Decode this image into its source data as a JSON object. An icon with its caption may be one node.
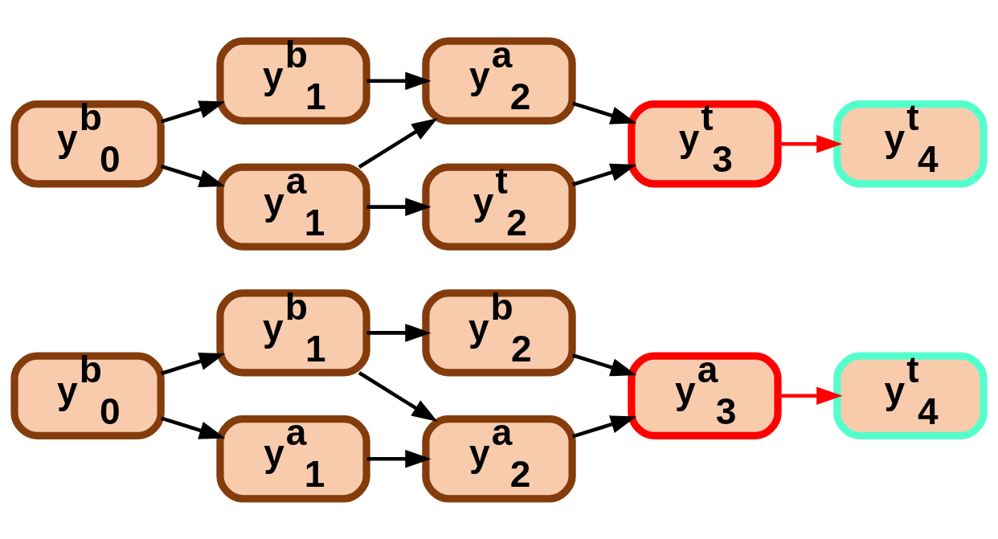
{
  "diagram": {
    "nodes": [
      {
        "text": [
          "y$^{b}$$_{0}$"
        ]
      },
      {
        "text": [
          "y$^{b}$$_{1}$"
        ]
      },
      {
        "text": [
          "y$^{b}$$_{2}$"
        ]
      },
      {
        "text": [
          "y$^{a}$$_{1}$"
        ]
      },
      {
        "text": [
          "y$^{a}$$_{2}$"
        ]
      },
      {
        "text": [
          "y$^{a}$$_{3}$"
        ]
      },
      {
        "text": [
          "y$^{t}$$_{4}$"
        ]
      },
      {
        "text": [
          "y$^{b}$$_{0}$"
        ]
      },
      {
        "text": [
          "y$^{b}$$_{1}$"
        ]
      },
      {
        "text": [
          "y$^{a}$$_{1}$"
        ]
      },
      {
        "text": [
          "y$^{a}$$_{2}$"
        ]
      },
      {
        "text": [
          "y$^{t}$$_{2}$"
        ]
      },
      {
        "text": [
          "y$^{t}$$_{3}$"
        ]
      },
      {
        "text": [
          "y$^{t}$$_{4}$"
        ]
      }
    ],
    "edges": [
      {
        "from": 0,
        "to": 1,
        "arrow": "to"
      },
      {
        "from": 0,
        "to": 3,
        "arrow": "to"
      },
      {
        "from": 1,
        "to": 2,
        "arrow": "to"
      },
      {
        "from": 1,
        "to": 4,
        "arrow": "to"
      },
      {
        "from": 3,
        "to": 4,
        "arrow": "to"
      },
      {
        "from": 2,
        "to": 5,
        "arrow": "to"
      },
      {
        "from": 4,
        "to": 5,
        "arrow": "to"
      },
      {
        "from": 5,
        "to": 6,
        "arrow": "to",
        "color": "#ff0000"
      },
      {
        "from": 7,
        "to": 8,
        "arrow": "to"
      },
      {
        "from": 7,
        "to": 9,
        "arrow": "to"
      },
      {
        "from": 8,
        "to": 10,
        "arrow": "to"
      },
      {
        "from": 9,
        "to": 10,
        "arrow": "to"
      },
      {
        "from": 9,
        "to": 11,
        "arrow": "to"
      },
      {
        "from": 10,
        "to": 12,
        "arrow": "to"
      },
      {
        "from": 11,
        "to": 12,
        "arrow": "to"
      },
      {
        "from": 12,
        "to": 13,
        "arrow": "to",
        "color": "#ff0000"
      }
    ]
  }
}
